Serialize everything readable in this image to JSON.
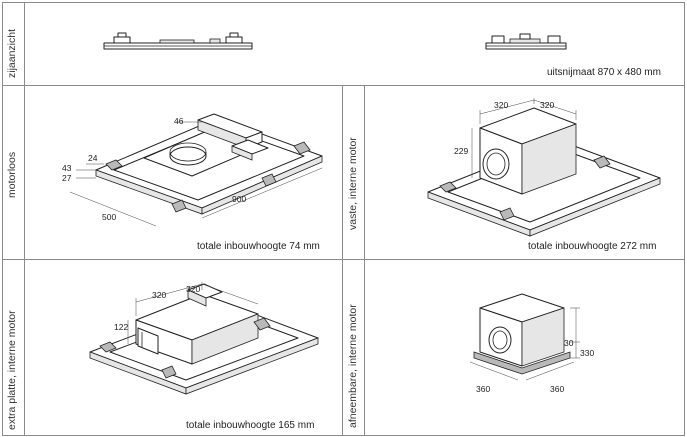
{
  "rows": {
    "side_view": {
      "label": "zijaanzicht",
      "caption": "uitsnijmaat 870 x 480 mm"
    },
    "motorless": {
      "label": "motorloos",
      "caption": "totale inbouwhoogte 74 mm",
      "dimensions": [
        "46",
        "24",
        "43",
        "27",
        "500",
        "900"
      ]
    },
    "fixed_internal_motor": {
      "label": "vaste, interne motor",
      "caption": "totale inbouwhoogte 272 mm",
      "dimensions": [
        "320",
        "320",
        "229"
      ]
    },
    "extra_flat_internal_motor": {
      "label": "extra platte, interne motor",
      "caption": "totale inbouwhoogte 165 mm",
      "dimensions": [
        "320",
        "320",
        "122"
      ]
    },
    "removable_internal_motor": {
      "label": "afneembare, interne motor",
      "dimensions": [
        "30",
        "330",
        "360",
        "360"
      ]
    }
  }
}
